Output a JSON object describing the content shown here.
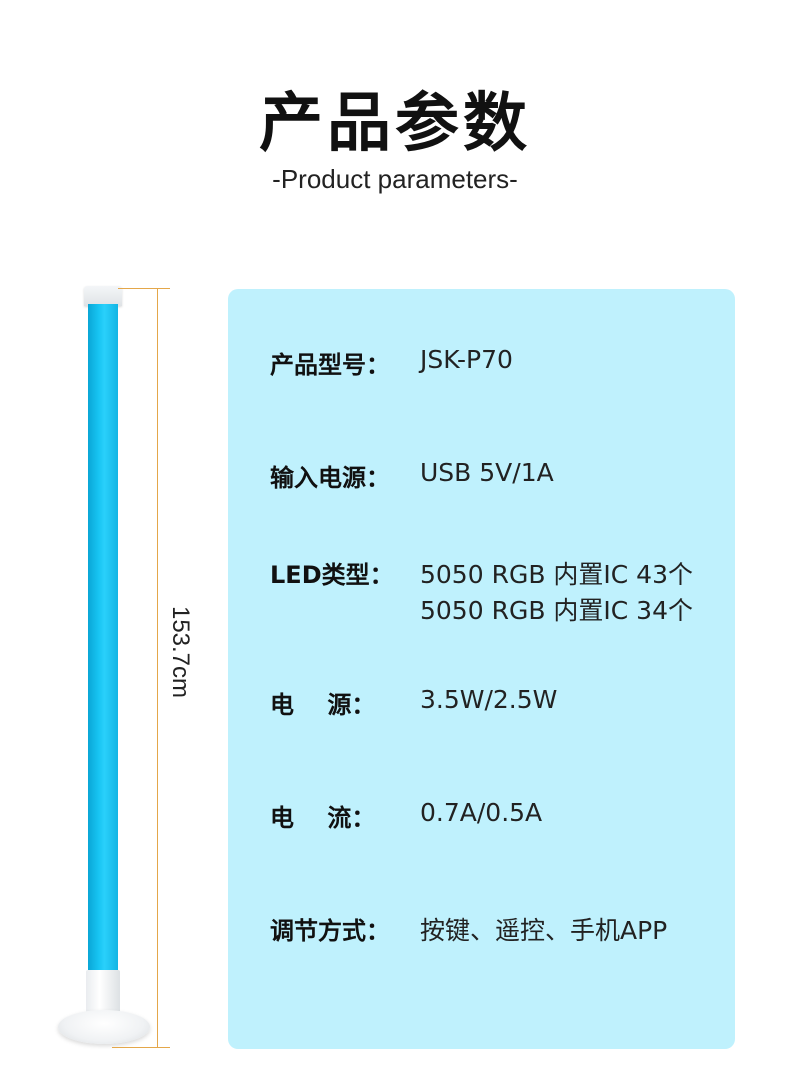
{
  "header": {
    "title": "产品参数",
    "subtitle": "-Product parameters-"
  },
  "lamp": {
    "height_label": "153.7cm",
    "tube_color": "#17c4f2"
  },
  "specs": [
    {
      "key": "产品型号：",
      "value": "JSK-P70"
    },
    {
      "key": "输入电源：",
      "value": "USB 5V/1A"
    },
    {
      "key": "LED类型：",
      "value": "5050 RGB  内置IC 43个",
      "value2": "5050 RGB  内置IC 34个"
    },
    {
      "key": "电    源：",
      "value": "3.5W/2.5W"
    },
    {
      "key": "电    流：",
      "value": "0.7A/0.5A"
    },
    {
      "key": "调节方式：",
      "value": "按键、遥控、手机APP"
    }
  ],
  "colors": {
    "card_bg": "#bff1fd",
    "dimension_line": "#e4a74a"
  }
}
